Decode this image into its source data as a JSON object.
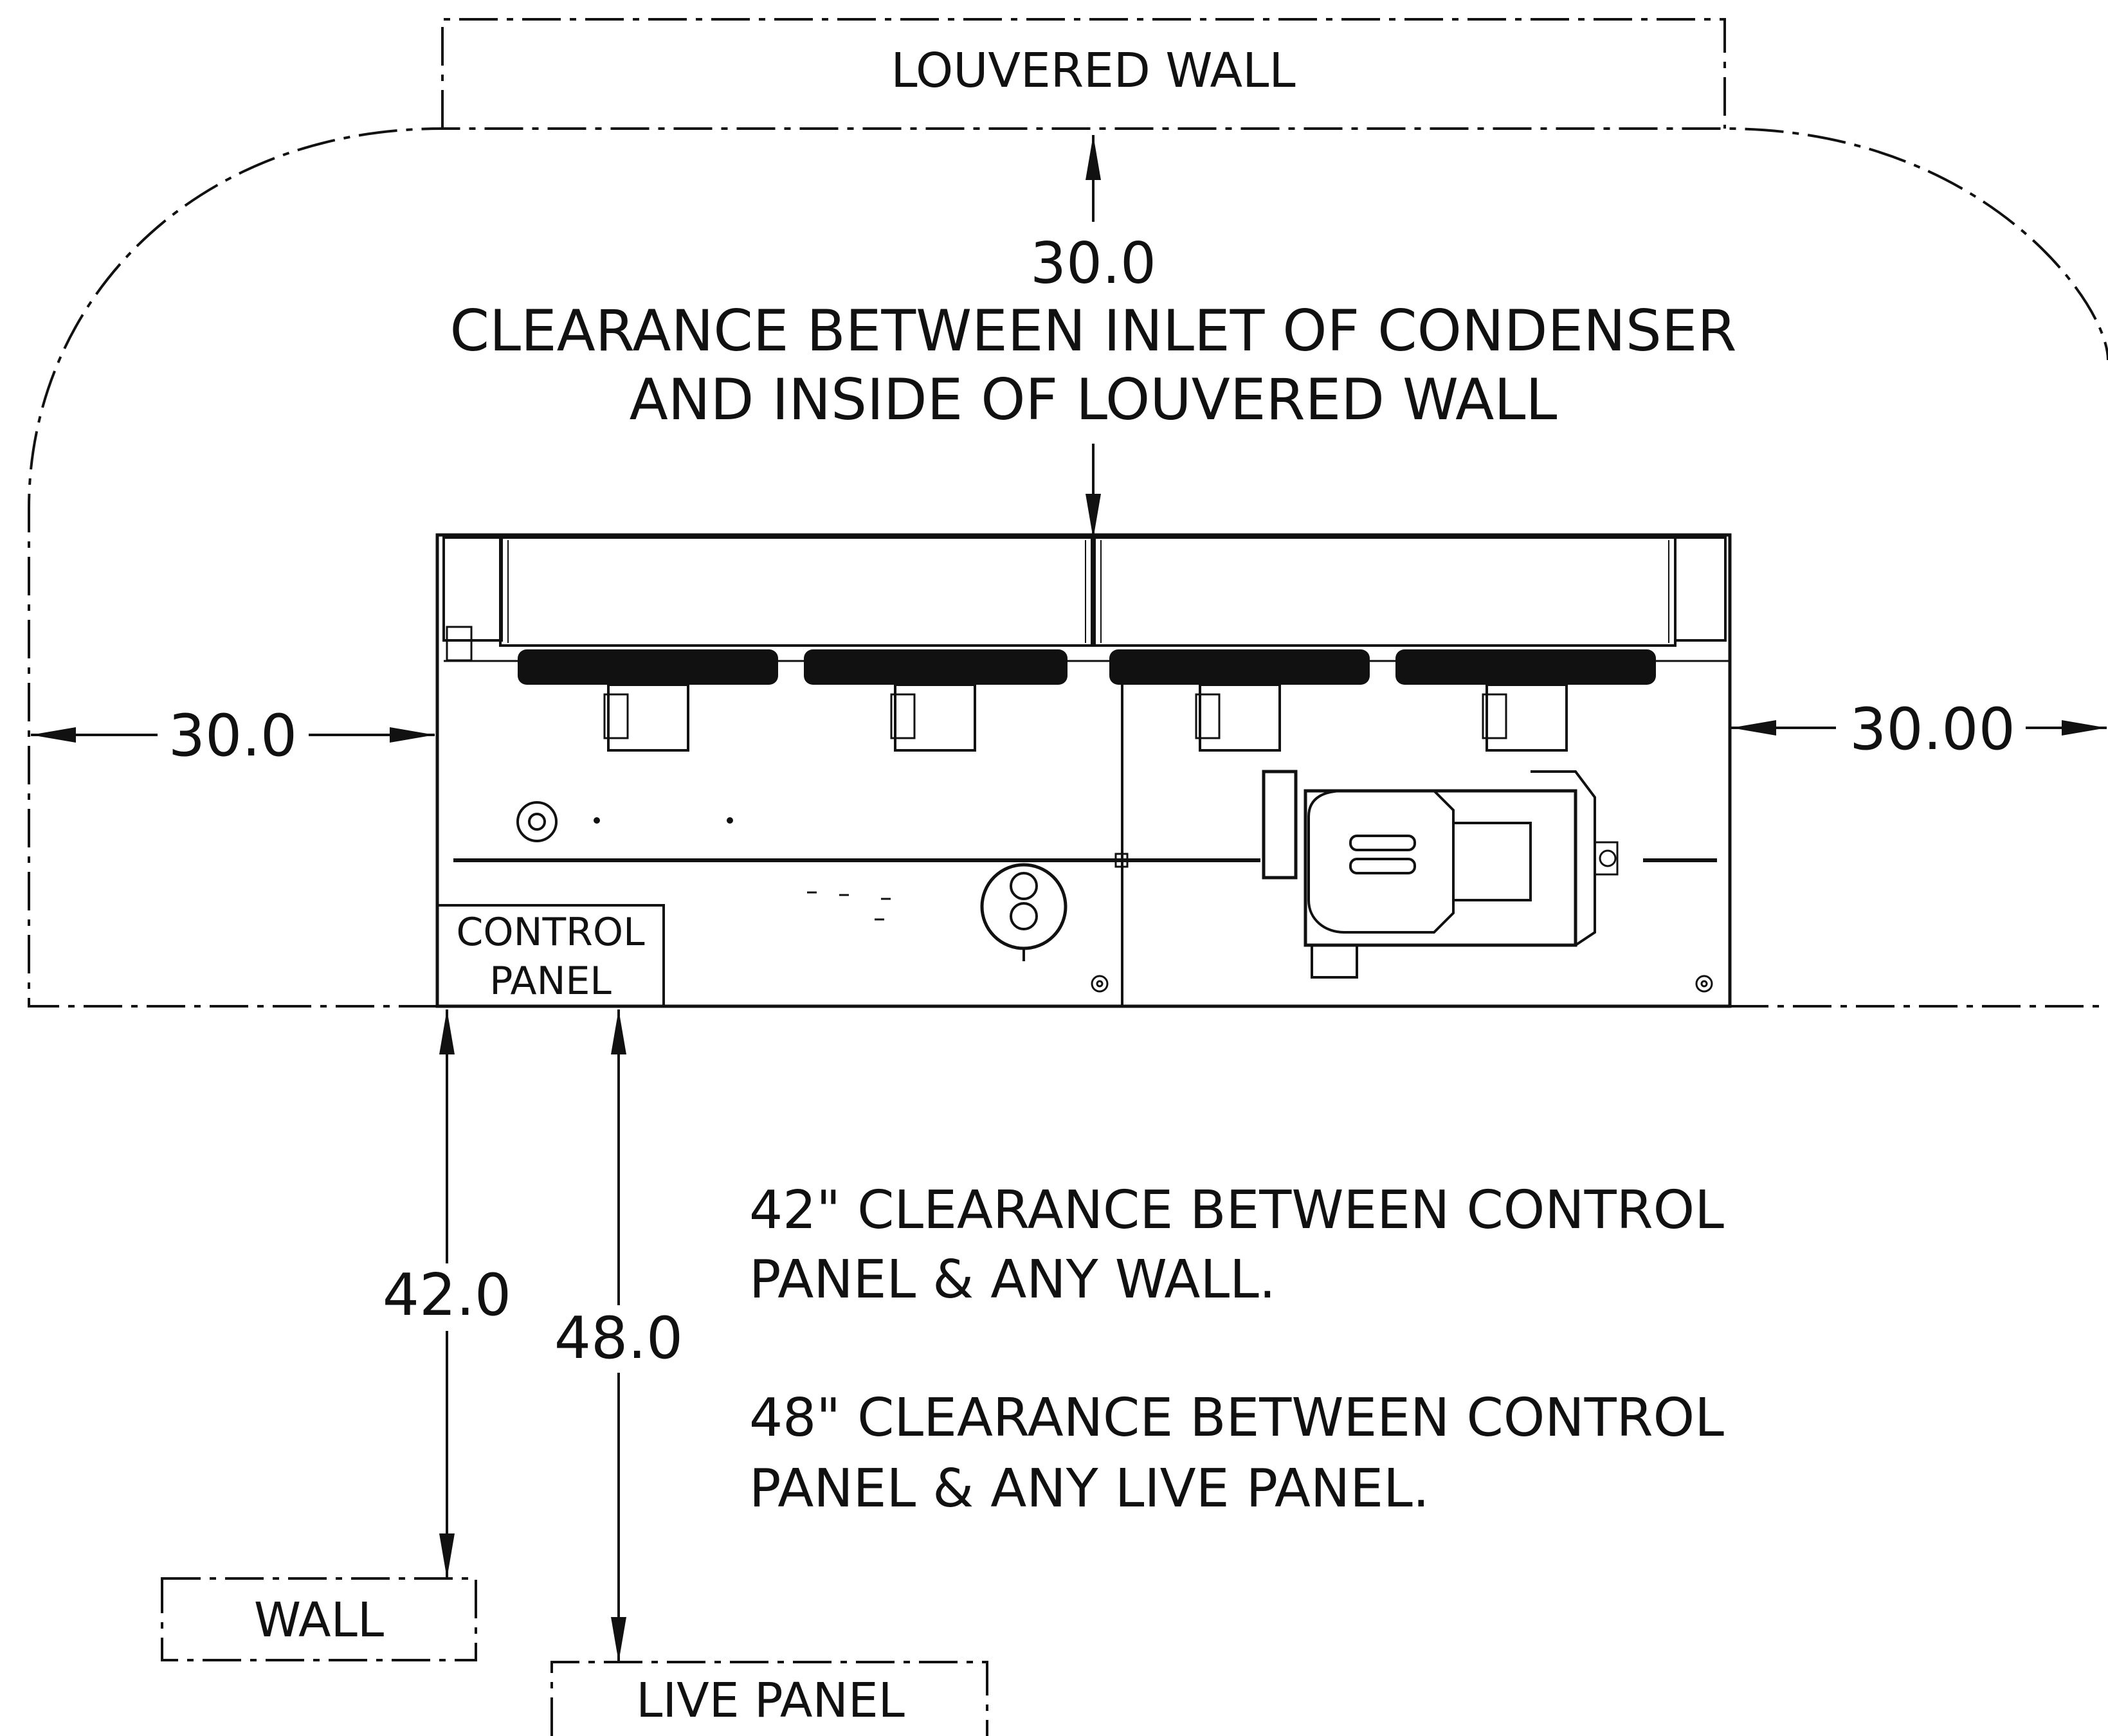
{
  "labels": {
    "louvered_wall": "LOUVERED WALL",
    "top_dimension": "30.0",
    "top_note_line1": "CLEARANCE BETWEEN INLET OF CONDENSER",
    "top_note_line2": "AND INSIDE OF LOUVERED WALL",
    "left_dimension": "30.0",
    "right_dimension": "30.00",
    "control_panel_line1": "CONTROL",
    "control_panel_line2": "PANEL",
    "wall_dimension": "42.0",
    "live_panel_dimension": "48.0",
    "note_wall_line1": "42\" CLEARANCE BETWEEN CONTROL",
    "note_wall_line2": "PANEL & ANY WALL.",
    "note_live_line1": "48\" CLEARANCE BETWEEN CONTROL",
    "note_live_line2": "PANEL & ANY LIVE PANEL.",
    "wall": "WALL",
    "live_panel": "LIVE PANEL"
  },
  "colors": {
    "line": "#111111",
    "background": "#ffffff"
  }
}
